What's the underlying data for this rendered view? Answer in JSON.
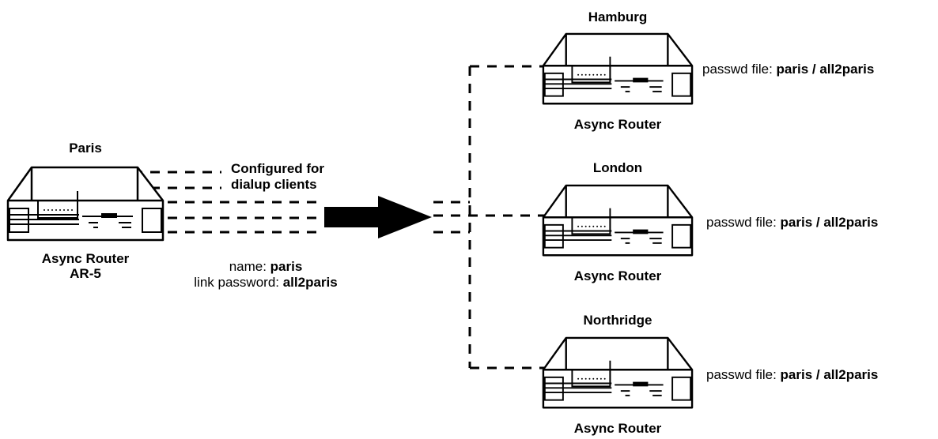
{
  "paris": {
    "title": "Paris",
    "model_line1": "Async Router",
    "model_line2": "AR-5",
    "callout_line1": "Configured for",
    "callout_line2": "dialup clients",
    "name_label": "name: ",
    "name_value": "paris",
    "link_password_label": "link password: ",
    "link_password_value": "all2paris"
  },
  "remotes": [
    {
      "title": "Hamburg",
      "model": "Async Router",
      "passwd_label": "passwd file: ",
      "passwd_value": "paris / all2paris"
    },
    {
      "title": "London",
      "model": "Async Router",
      "passwd_label": "passwd file: ",
      "passwd_value": "paris / all2paris"
    },
    {
      "title": "Northridge",
      "model": "Async Router",
      "passwd_label": "passwd file: ",
      "passwd_value": "paris / all2paris"
    }
  ]
}
